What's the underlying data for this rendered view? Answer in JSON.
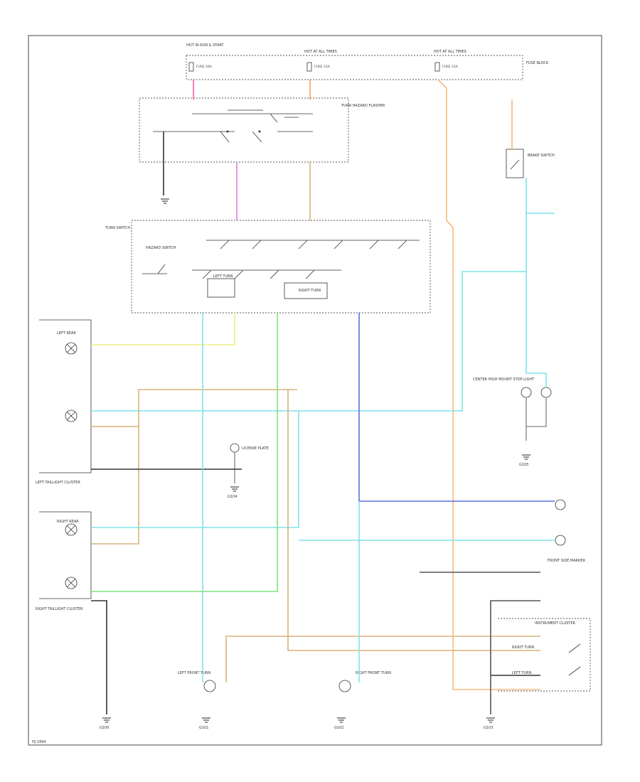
{
  "colors": {
    "black": "#333333",
    "pink": "#ff5ca8",
    "orange": "#f5a45a",
    "light_orange": "#f8b87a",
    "tan": "#d9b27a",
    "violet": "#e07be8",
    "light_blue": "#7fe3ea",
    "yellow": "#eeee88",
    "light_green": "#7ee07e",
    "dark_blue": "#5a6fd8",
    "grey": "#555555"
  },
  "labels": {
    "hot_run": "HOT IN RUN & START",
    "hot_all_times_1": "HOT AT ALL TIMES",
    "hot_all_times_2": "HOT AT ALL TIMES",
    "fuse_block": "FUSE BLOCK",
    "fuse_turn": "FUSE 20A",
    "fuse_hazard": "FUSE 15A",
    "fuse_stop": "FUSE 15A",
    "hazard_flasher": "TURN HAZARD FLASHER",
    "turn_switch": "TURN SWITCH",
    "hazard_switch": "HAZARD SWITCH",
    "brake_switch": "BRAKE SWITCH",
    "left_turn": "LEFT TURN",
    "right_turn": "RIGHT TURN",
    "left_rear": "LEFT REAR",
    "right_rear": "RIGHT REAR",
    "left_tail_cluster": "LEFT TAILLIGHT CLUSTER",
    "right_tail_cluster": "RIGHT TAILLIGHT CLUSTER",
    "center_hi_stop": "CENTER HIGH MOUNT STOP LIGHT",
    "license_plate": "LICENSE PLATE",
    "instrument_cluster": "INSTRUMENT CLUSTER",
    "left_front_turn": "LEFT FRONT TURN",
    "right_front_turn": "RIGHT FRONT TURN",
    "front_side_marker": "FRONT SIDE MARKER",
    "right_turn_ind": "RIGHT TURN",
    "left_turn_ind": "LEFT TURN",
    "ground_1": "G100",
    "ground_2": "G101",
    "ground_3": "G102",
    "ground_4": "G103",
    "ground_5": "G104",
    "ground_6": "G105",
    "footer": "HJ 1994"
  }
}
